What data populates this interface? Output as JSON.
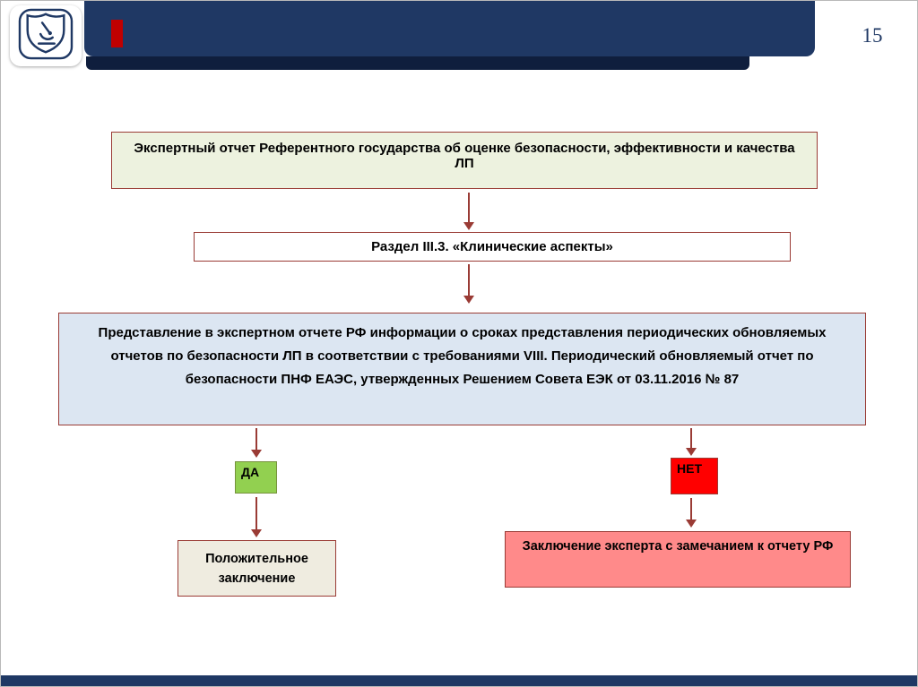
{
  "slide": {
    "page_number": "15"
  },
  "flowchart": {
    "top_box": "Экспертный отчет Референтного государства об оценке безопасности, эффективности и качества ЛП",
    "section_box": "Раздел III.3. «Клинические аспекты»",
    "main_box": "Представление в экспертном отчете РФ информации о сроках представления периодических обновляемых отчетов по безопасности ЛП в соответствии с требованиями VIII. Периодический обновляемый отчет по безопасности ПНФ ЕАЭС, утвержденных Решением Совета ЕЭК от 03.11.2016 № 87",
    "yes_box": "ДА",
    "no_box": "НЕТ",
    "positive_box": "Положительное заключение",
    "negative_box": "Заключение эксперта с замечанием к отчету РФ"
  },
  "colors": {
    "header_navy": "#1f3864",
    "accent_red": "#c00000",
    "connector_dark_red": "#9a3b35",
    "top_box_bg": "#edf2df",
    "main_box_bg": "#dce6f2",
    "yes_green": "#92d050",
    "no_red": "#ff0000",
    "negative_bg": "#ff8a8a",
    "positive_bg": "#efece0"
  }
}
